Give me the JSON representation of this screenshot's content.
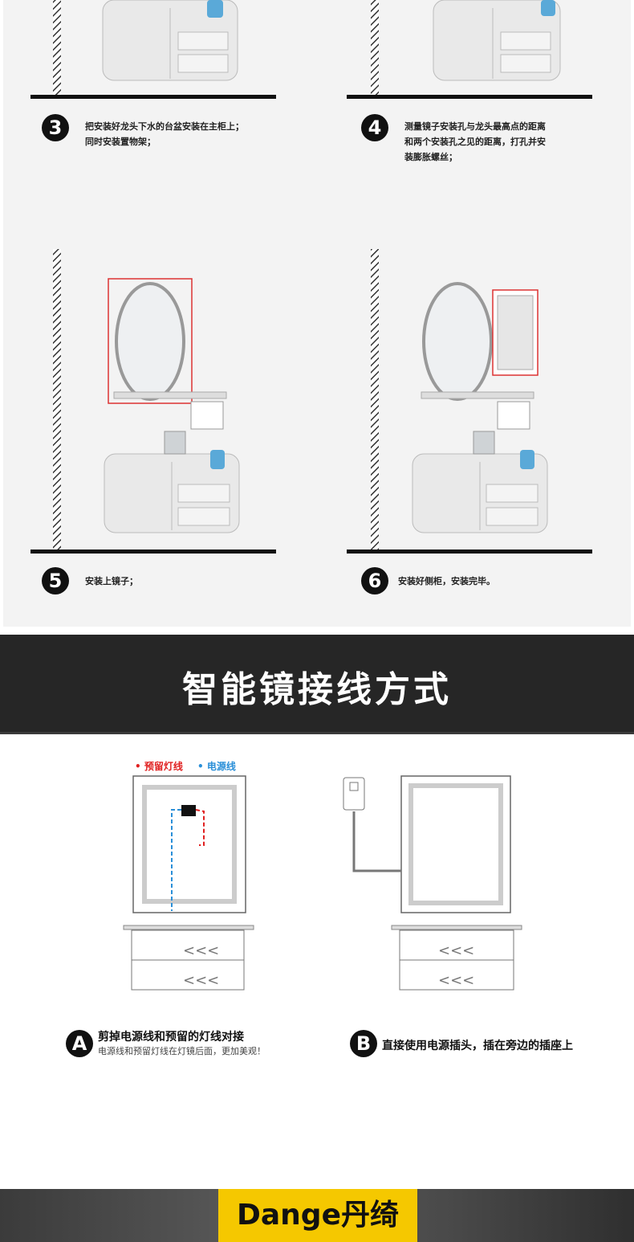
{
  "steps": [
    {
      "num": "3",
      "text_line1": "把安装好龙头下水的台盆安装在主柜上；",
      "text_line2": "同时安装置物架；"
    },
    {
      "num": "4",
      "text_line1": "测量镜子安装孔与龙头最高点的距离",
      "text_line2": "和两个安装孔之见的距离，打孔并安",
      "text_line3": "装膨胀螺丝；"
    },
    {
      "num": "5",
      "text_line1": "安装上镜子；"
    },
    {
      "num": "6",
      "text_line1": "安装好侧柜，安装完毕。"
    }
  ],
  "section": {
    "title": "智能镜接线方式"
  },
  "legend": {
    "reserved": "• 预留灯线",
    "power": "• 电源线",
    "reserved_color": "#e02020",
    "power_color": "#2a8fd8"
  },
  "methods": [
    {
      "letter": "A",
      "main": "剪掉电源线和预留的灯线对接",
      "sub": "电源线和预留灯线在灯镜后面，更加美观！"
    },
    {
      "letter": "B",
      "main": "直接使用电源插头，插在旁边的插座上"
    }
  ],
  "brand": {
    "name": "Dange丹绮",
    "color": "#f5c800"
  }
}
